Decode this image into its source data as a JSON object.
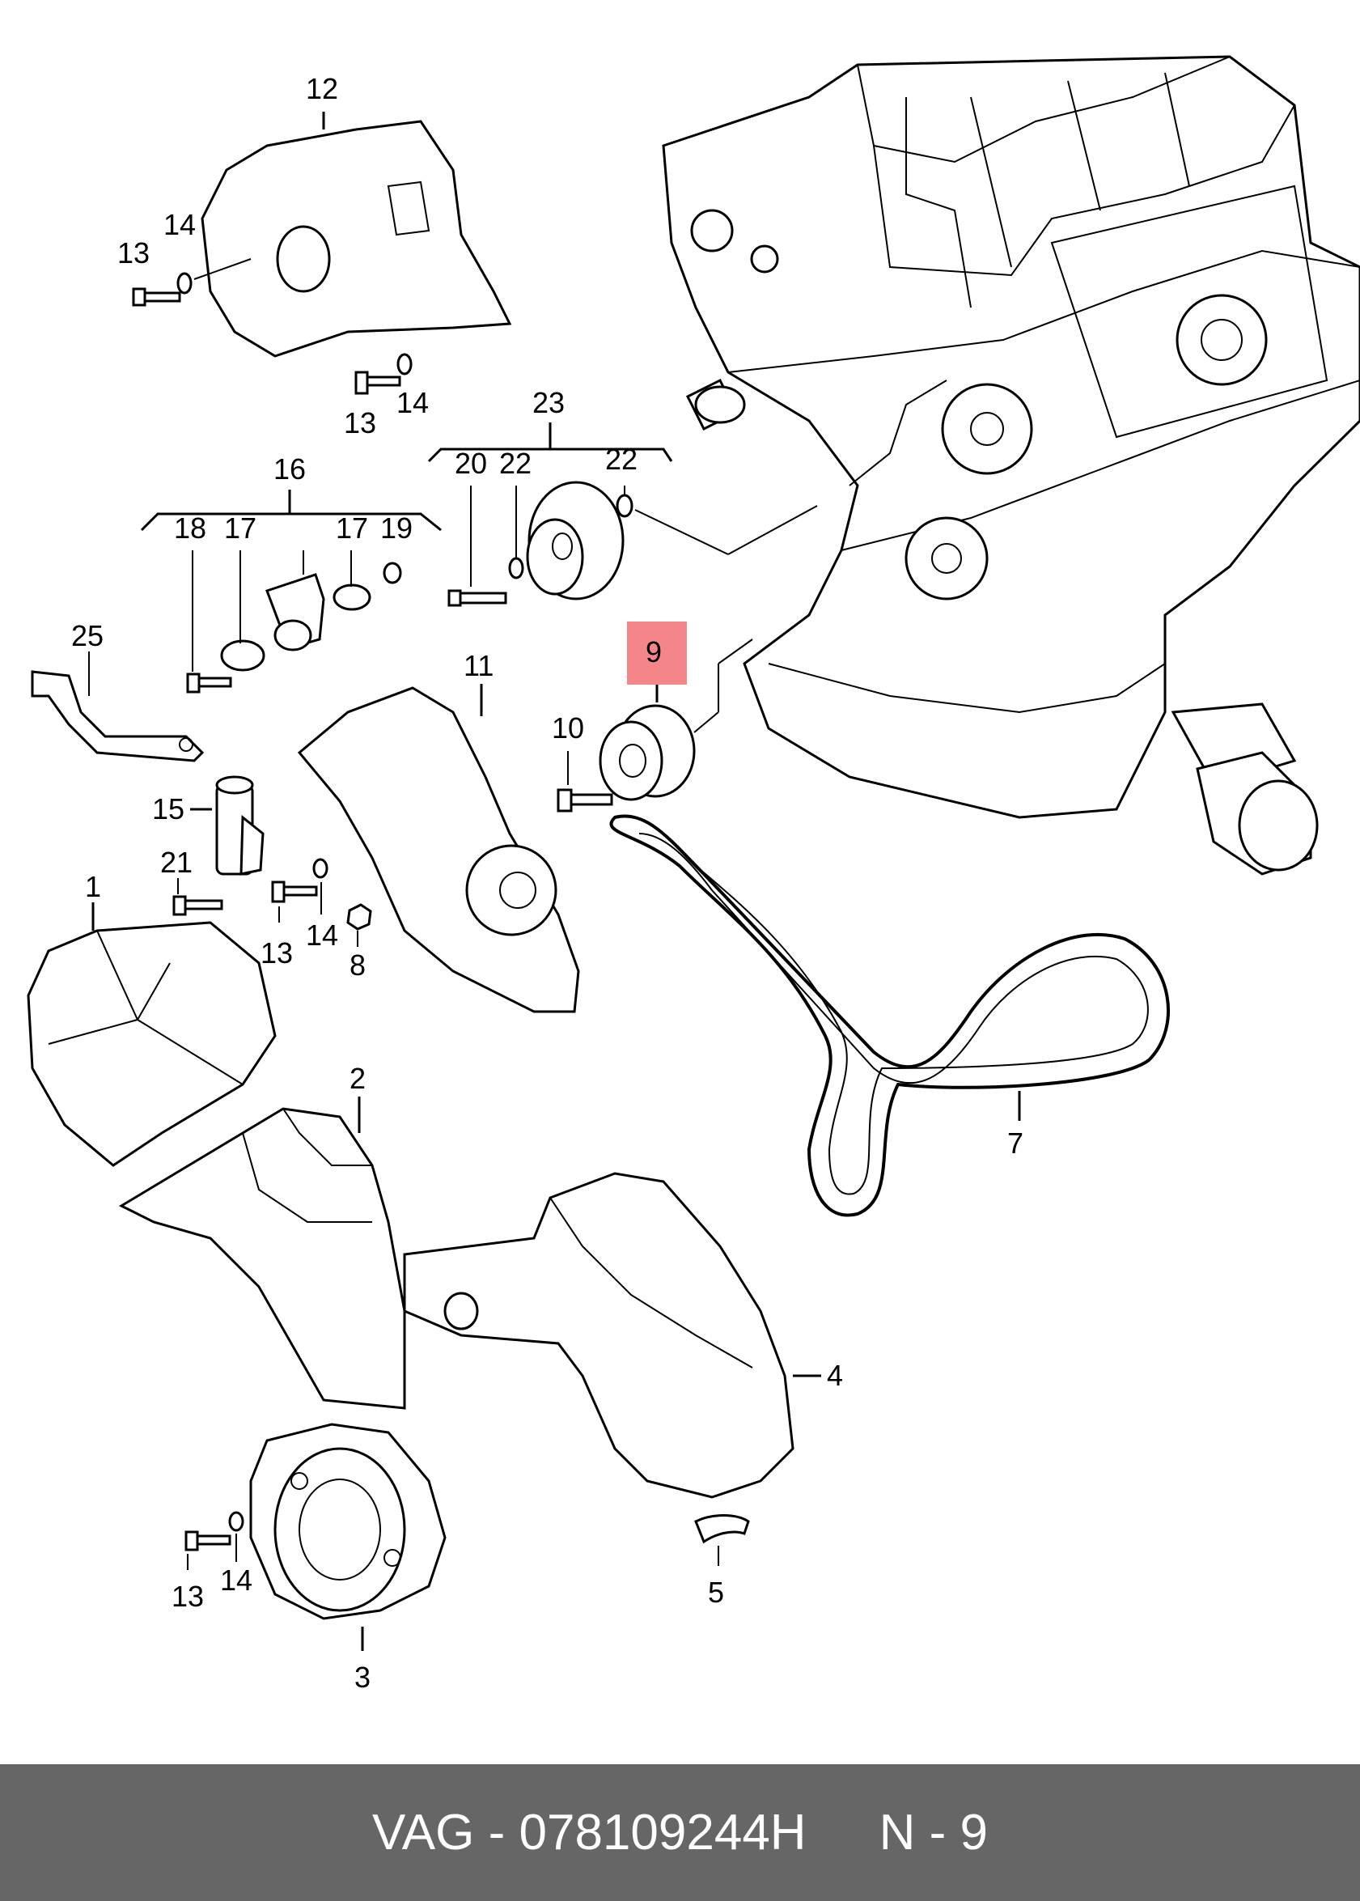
{
  "diagram": {
    "highlight_color": "#F4868A",
    "labels": {
      "p1": "1",
      "p2": "2",
      "p3": "3",
      "p4": "4",
      "p5": "5",
      "p7": "7",
      "p8": "8",
      "p9": "9",
      "p10": "10",
      "p11": "11",
      "p12": "12",
      "p13a": "13",
      "p13b": "13",
      "p13c": "13",
      "p13d": "13",
      "p14a": "14",
      "p14b": "14",
      "p14c": "14",
      "p14d": "14",
      "p15": "15",
      "p16": "16",
      "p17a": "17",
      "p17b": "17",
      "p18": "18",
      "p19": "19",
      "p20": "20",
      "p21": "21",
      "p22a": "22",
      "p22b": "22",
      "p23": "23",
      "p25": "25"
    }
  },
  "footer": {
    "part_text": "VAG - 078109244H",
    "ref_text": "N - 9",
    "background": "#666666"
  }
}
